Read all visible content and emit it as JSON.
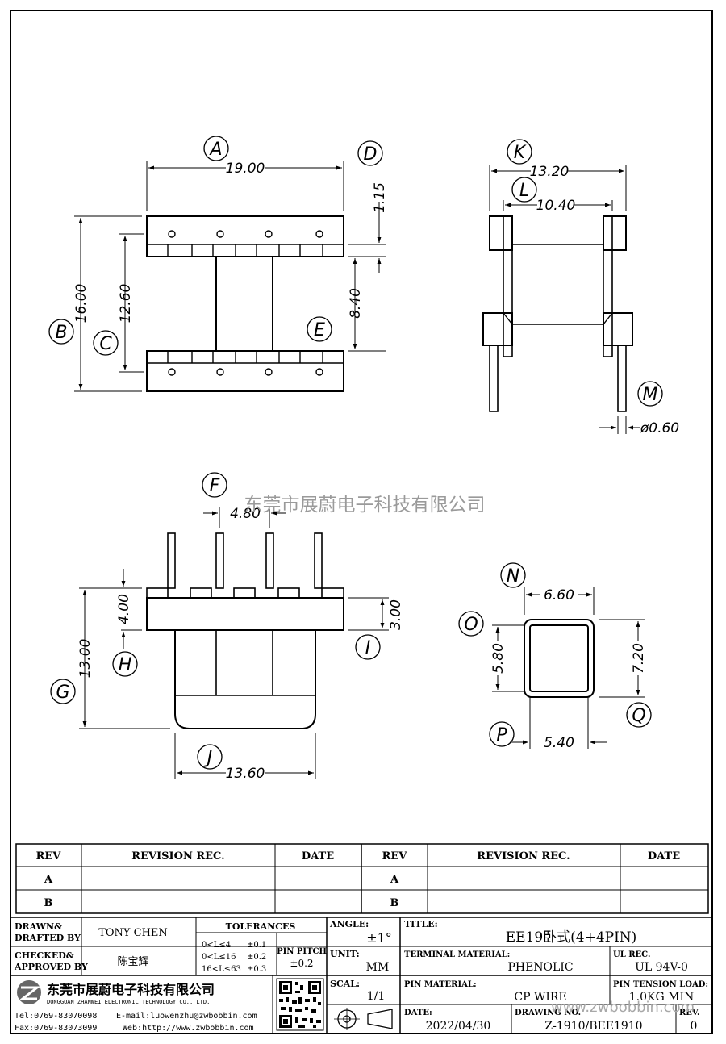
{
  "drawing": {
    "watermark": "东莞市展蔚电子科技有限公司",
    "web_watermark": "www.zwbobbin.com",
    "labels": {
      "A": "A",
      "B": "B",
      "C": "C",
      "D": "D",
      "E": "E",
      "F": "F",
      "G": "G",
      "H": "H",
      "I": "I",
      "J": "J",
      "K": "K",
      "L": "L",
      "M": "M",
      "N": "N",
      "O": "O",
      "P": "P",
      "Q": "Q"
    },
    "dims": {
      "A": "19.00",
      "B": "16.00",
      "C": "12.60",
      "D": "1.15",
      "E": "8.40",
      "F": "4.80",
      "G": "13.00",
      "H": "4.00",
      "I": "3.00",
      "J": "13.60",
      "K": "13.20",
      "L": "10.40",
      "M": "ø0.60",
      "N": "6.60",
      "O": "5.80",
      "P": "5.40",
      "Q": "7.20"
    }
  },
  "revision_table": {
    "headers": [
      "REV",
      "REVISION REC.",
      "DATE",
      "REV",
      "REVISION REC.",
      "DATE"
    ],
    "rows": [
      [
        "A",
        "",
        "",
        "A",
        "",
        ""
      ],
      [
        "B",
        "",
        "",
        "B",
        "",
        ""
      ]
    ]
  },
  "title_block": {
    "drawn_label_1": "DRAWN&",
    "drawn_label_2": "DRAFTED BY",
    "drawn_value": "TONY CHEN",
    "checked_label_1": "CHECKED&",
    "checked_label_2": "APPROVED BY",
    "checked_value": "陈宝辉",
    "tolerances_label": "TOLERANCES",
    "tol_1_range": "0<L≤4",
    "tol_1_value": "±0.1",
    "tol_2_range": "0<L≤16",
    "tol_2_value": "±0.2",
    "tol_3_range": "16<L≤63",
    "tol_3_value": "±0.3",
    "pin_pitch_label": "PIN PITCH",
    "pin_pitch_value": "±0.2",
    "angle_label": "ANGLE:",
    "angle_value": "±1°",
    "unit_label": "UNIT:",
    "unit_value": "MM",
    "scale_label": "SCAL:",
    "scale_value": "1/1",
    "title_label": "TITLE:",
    "title_value": "EE19卧式(4+4PIN)",
    "terminal_material_label": "TERMINAL MATERIAL:",
    "terminal_material_value": "PHENOLIC",
    "ul_rec_label": "UL REC.",
    "ul_rec_value": "UL 94V-0",
    "pin_material_label": "PIN MATERIAL:",
    "pin_material_value": "CP WIRE",
    "pin_tension_label": "PIN TENSION LOAD:",
    "pin_tension_value": "1.0KG MIN",
    "date_label": "DATE:",
    "date_value": "2022/04/30",
    "drawing_no_label": "DRAWING NO.",
    "drawing_no_value": "Z-1910/BEE1910",
    "rev_label": "REV.",
    "rev_value": "0"
  },
  "company": {
    "name_cn": "东莞市展蔚电子科技有限公司",
    "name_en": "DONGGUAN ZHANWEI ELECTRONIC TECHNOLOGY CO., LTD.",
    "tel": "Tel:0769-83070098",
    "email": "E-mail:luowenzhu@zwbobbin.com",
    "fax": "Fax:0769-83073099",
    "web": "Web:http://www.zwbobbin.com"
  }
}
